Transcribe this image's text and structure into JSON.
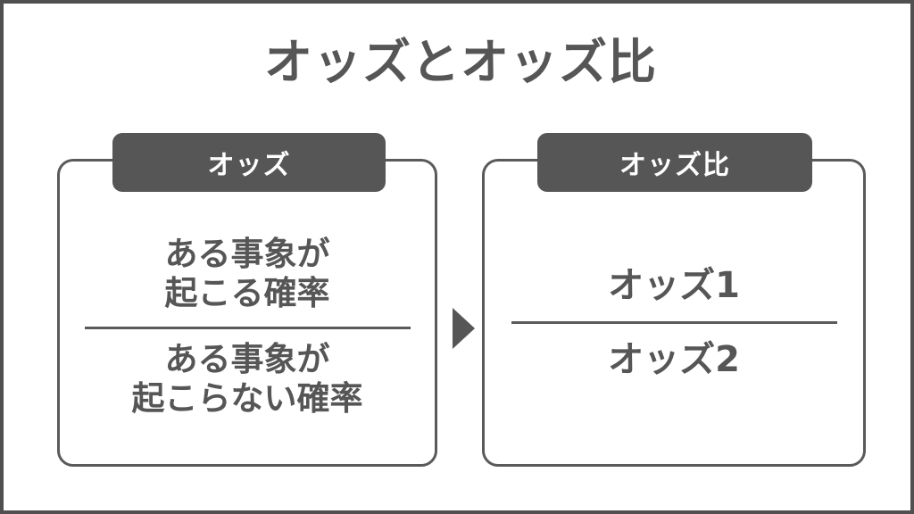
{
  "slide": {
    "title": "オッズとオッズ比",
    "background_color": "#ffffff",
    "frame_color": "#4f4f4f",
    "accent_color": "#565656",
    "text_color": "#565656"
  },
  "cards": {
    "odds": {
      "header_label": "オッズ",
      "numerator_line1": "ある事象が",
      "numerator_line2": "起こる確率",
      "denominator_line1": "ある事象が",
      "denominator_line2": "起こらない確率"
    },
    "ratio": {
      "header_label": "オッズ比",
      "numerator": "オッズ1",
      "denominator": "オッズ2"
    }
  },
  "connector": {
    "icon": "triangle-right-icon",
    "color": "#565656"
  }
}
